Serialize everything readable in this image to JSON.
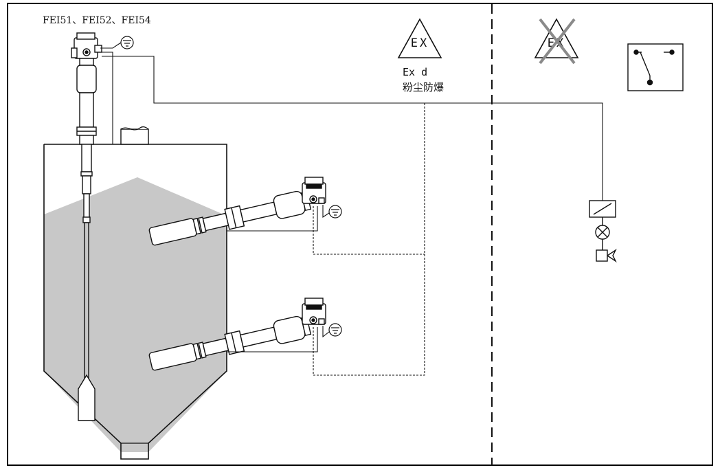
{
  "labels": {
    "models": "FEI51、FEI52、FEI54",
    "ex_symbol": "EX",
    "ex_symbol_crossed": "EX",
    "protection_type": "Ex d",
    "protection_desc": "粉尘防爆"
  },
  "colors": {
    "line": "#111111",
    "fill_material": "#c8c8c8",
    "cross": "#8a8a8a",
    "background": "#ffffff"
  },
  "icons": {
    "ground": "earth-ground-icon",
    "switch": "switch-icon",
    "relay": "relay-coil-icon",
    "lamp": "indicator-lamp-icon",
    "horn": "horn-icon"
  }
}
